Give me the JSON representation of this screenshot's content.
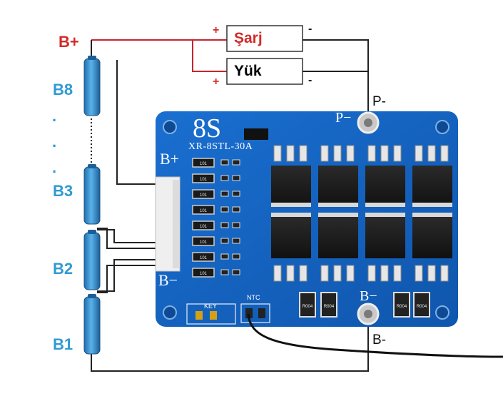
{
  "labels": {
    "bplus_top": "B+",
    "charge": "Şarj",
    "load": "Yük",
    "p_minus": "P-",
    "b_minus": "B-",
    "plus": "+",
    "minus": "-"
  },
  "cells": [
    "B8",
    "B3",
    "B2",
    "B1"
  ],
  "dots": [
    ".",
    ".",
    "."
  ],
  "board": {
    "model_big": "8S",
    "model_code": "XR-8STL-30A",
    "pin_bplus": "B+",
    "pin_bminus": "B−",
    "pad_p": "P−",
    "pad_b": "B−",
    "key": "KEY",
    "ntc": "NTC",
    "resistor_codes": [
      "R004",
      "R004",
      "R004",
      "R004"
    ],
    "smd_code": "101"
  },
  "colors": {
    "board_blue": "#1565c0",
    "cell_blue": "#3a95d6",
    "wire_red": "#c6252f",
    "wire_black": "#222222",
    "label_red": "#d42a2a",
    "label_blue": "#2f9bd3"
  }
}
